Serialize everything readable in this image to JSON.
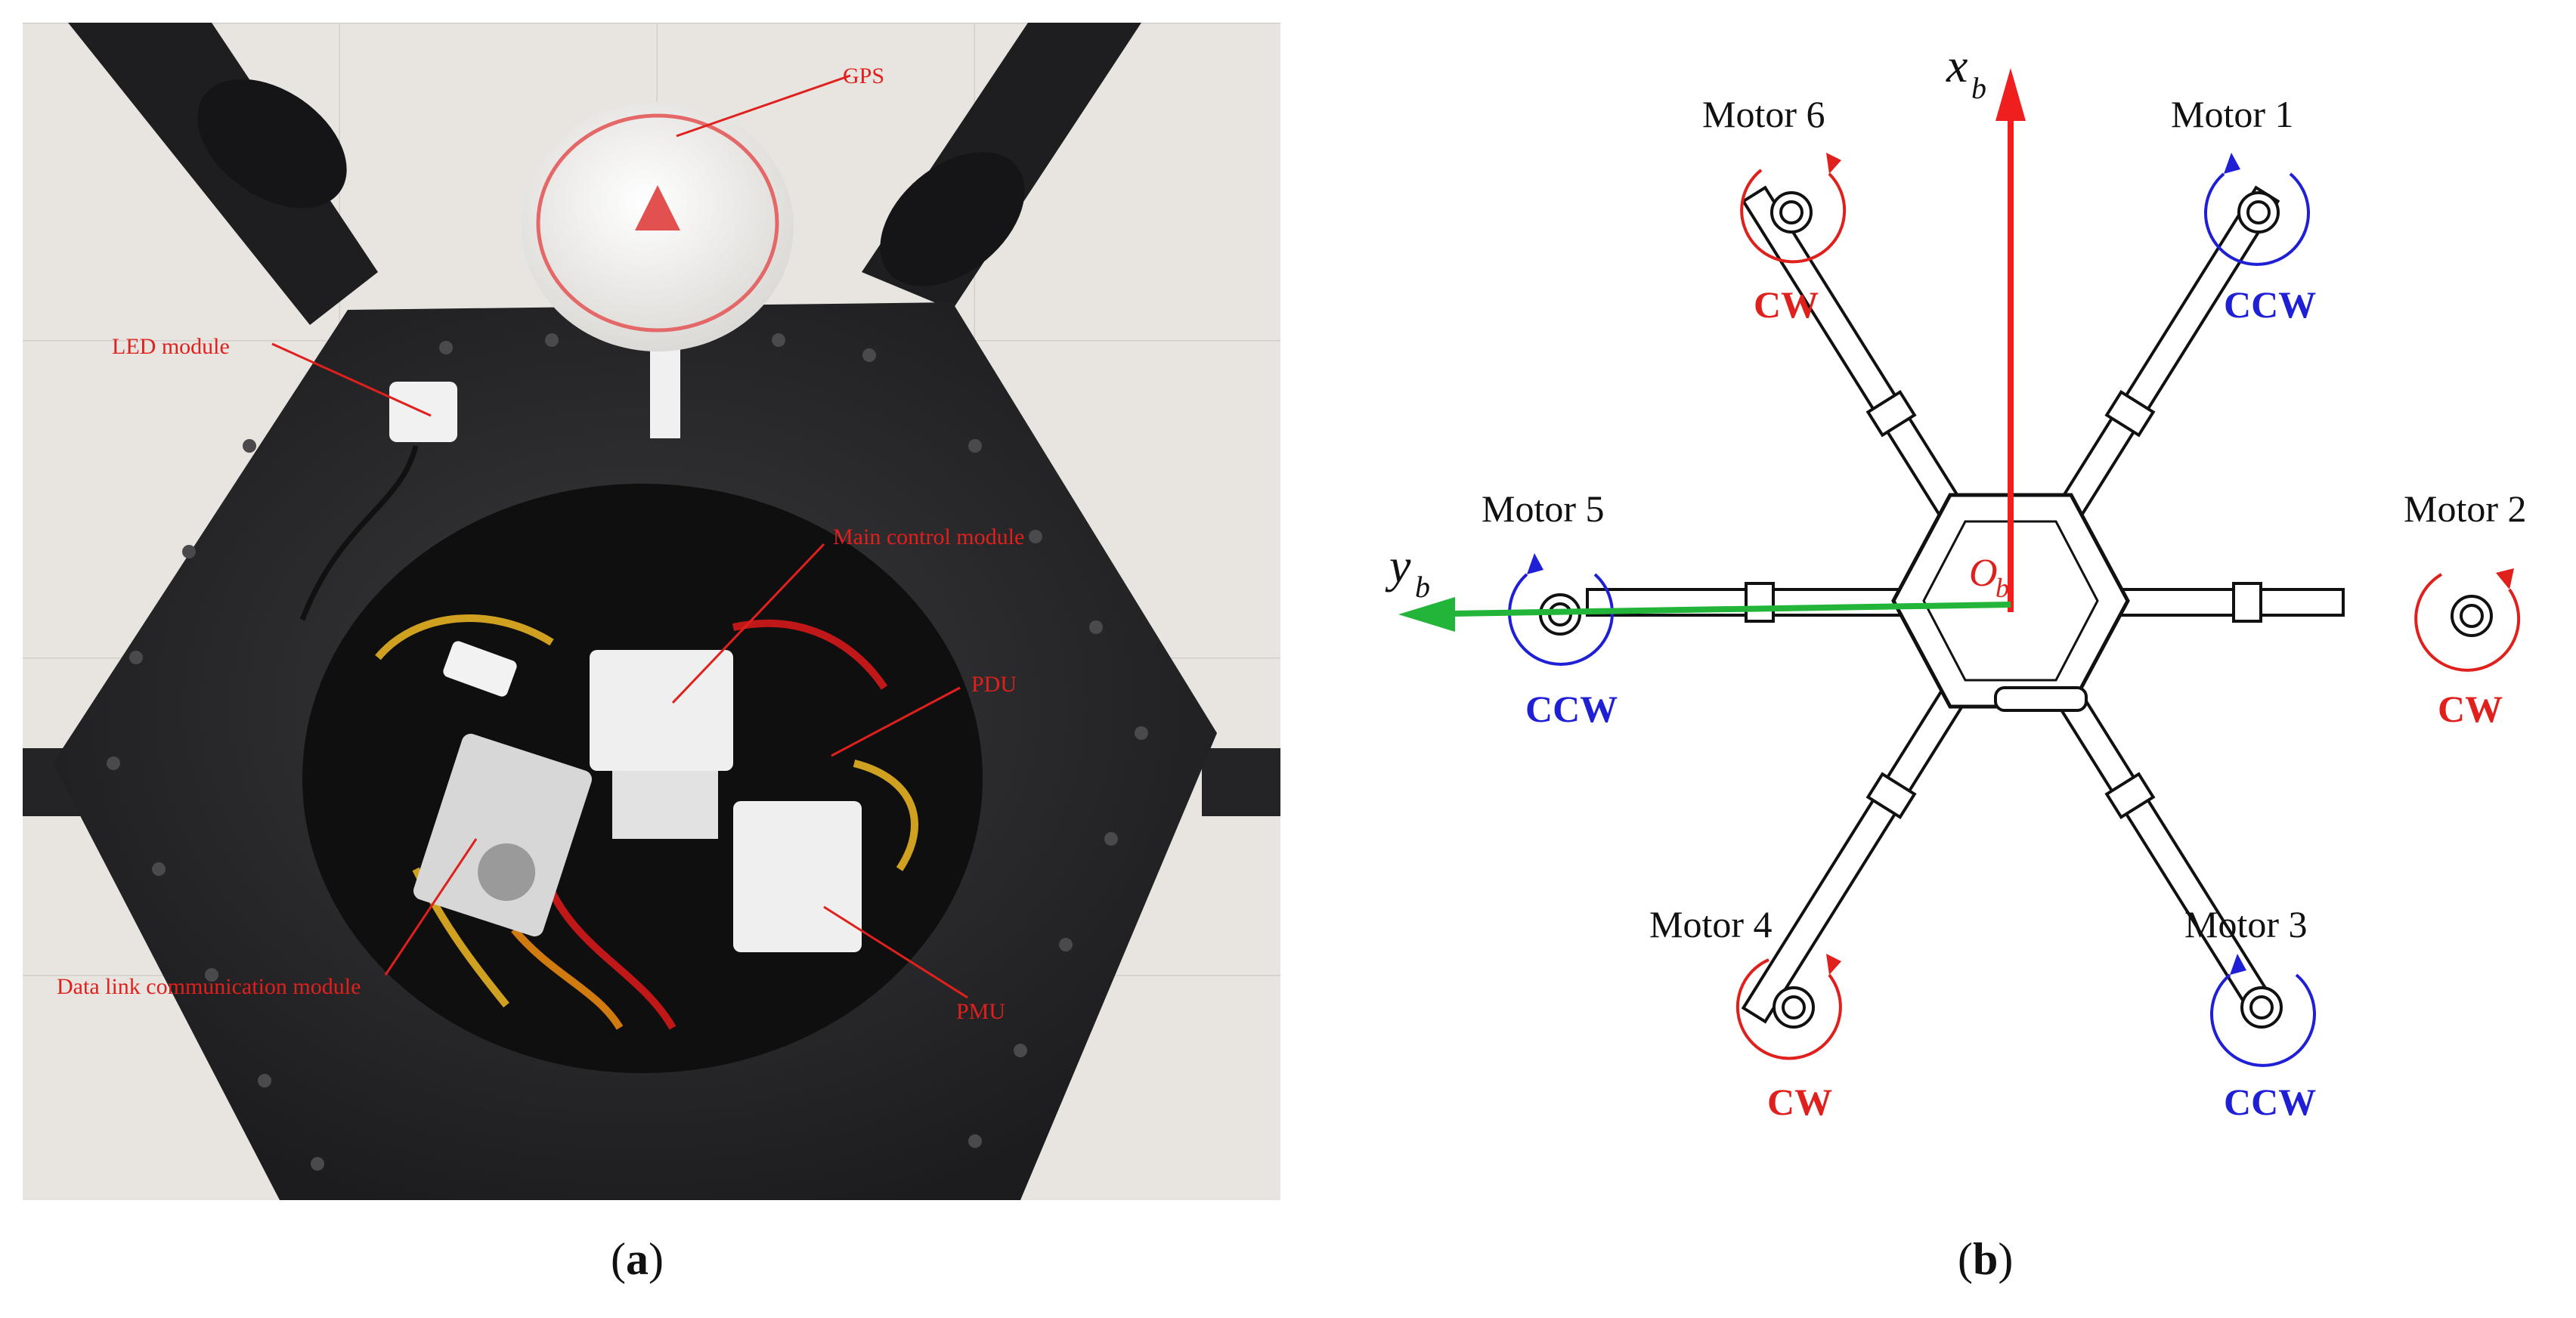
{
  "panel_a": {
    "caption_letter": "a",
    "labels": {
      "gps": "GPS",
      "led": "LED  module",
      "main_control": "Main control module",
      "pdu": "PDU",
      "data_link": "Data link communication module",
      "pmu": "PMU"
    },
    "label_color": "#e0201c"
  },
  "panel_b": {
    "caption_letter": "b",
    "axes": {
      "x": "x",
      "x_sub": "b",
      "y": "y",
      "y_sub": "b",
      "origin": "O",
      "origin_sub": "b"
    },
    "motors": [
      {
        "name": "Motor 1",
        "direction": "CCW",
        "color": "#1f1fd6"
      },
      {
        "name": "Motor 2",
        "direction": "CW",
        "color": "#e0201c"
      },
      {
        "name": "Motor 3",
        "direction": "CCW",
        "color": "#1f1fd6"
      },
      {
        "name": "Motor 4",
        "direction": "CW",
        "color": "#e0201c"
      },
      {
        "name": "Motor 5",
        "direction": "CCW",
        "color": "#1f1fd6"
      },
      {
        "name": "Motor 6",
        "direction": "CW",
        "color": "#e0201c"
      }
    ],
    "x_axis_color": "#ef1f1f",
    "y_axis_color": "#22b53a"
  }
}
